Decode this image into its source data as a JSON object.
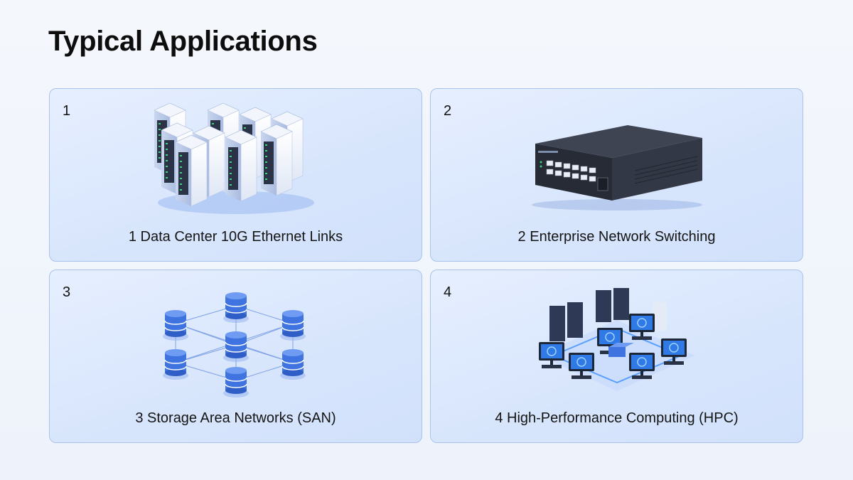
{
  "header": {
    "title": "Typical Applications"
  },
  "cards": [
    {
      "number": "1",
      "caption": "1 Data Center 10G Ethernet Links",
      "icon": "server-racks-icon"
    },
    {
      "number": "2",
      "caption": "2 Enterprise Network Switching",
      "icon": "network-switch-icon"
    },
    {
      "number": "3",
      "caption": "3 Storage Area Networks (SAN)",
      "icon": "storage-network-icon"
    },
    {
      "number": "4",
      "caption": "4 High-Performance Computing (HPC)",
      "icon": "hpc-cluster-icon"
    }
  ],
  "colors": {
    "accent": "#3f74e0",
    "card_border": "#a9c3ec",
    "card_bg": "#dce8fd"
  }
}
